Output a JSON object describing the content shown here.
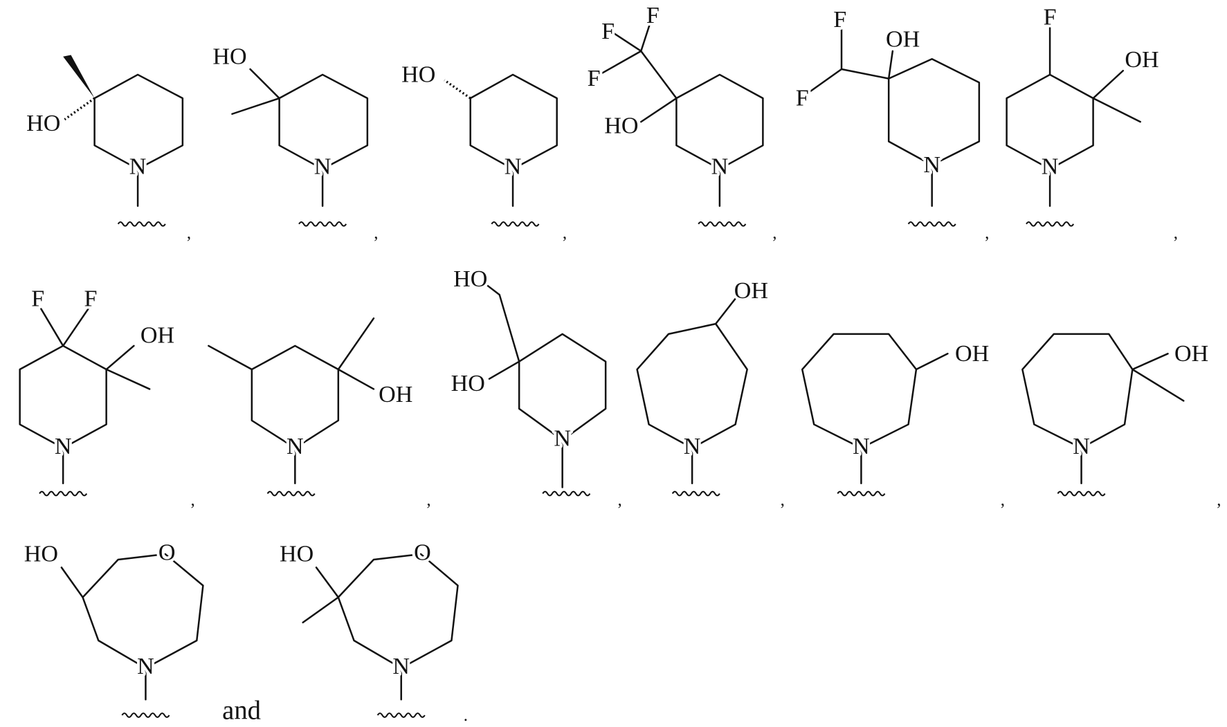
{
  "molecules": [
    {
      "labels": [
        "HO",
        "N"
      ]
    },
    {
      "labels": [
        "HO",
        "N"
      ]
    },
    {
      "labels": [
        "HO",
        "N"
      ]
    },
    {
      "labels": [
        "F",
        "F",
        "F",
        "HO",
        "N"
      ]
    },
    {
      "labels": [
        "F",
        "F",
        "OH",
        "N"
      ]
    },
    {
      "labels": [
        "F",
        "OH",
        "N"
      ]
    },
    {
      "labels": [
        "F",
        "F",
        "OH",
        "N"
      ]
    },
    {
      "labels": [
        "OH",
        "N"
      ]
    },
    {
      "labels": [
        "HO",
        "HO",
        "N"
      ]
    },
    {
      "labels": [
        "OH",
        "N"
      ]
    },
    {
      "labels": [
        "OH",
        "N"
      ]
    },
    {
      "labels": [
        "OH",
        "N"
      ]
    },
    {
      "labels": [
        "HO",
        "O",
        "N"
      ]
    },
    {
      "labels": [
        "HO",
        "O",
        "N"
      ]
    }
  ],
  "separators": [
    ",",
    ",",
    ",",
    ",",
    ",",
    ",",
    ",",
    ",",
    ",",
    ",",
    ",",
    ",",
    "and",
    "."
  ]
}
